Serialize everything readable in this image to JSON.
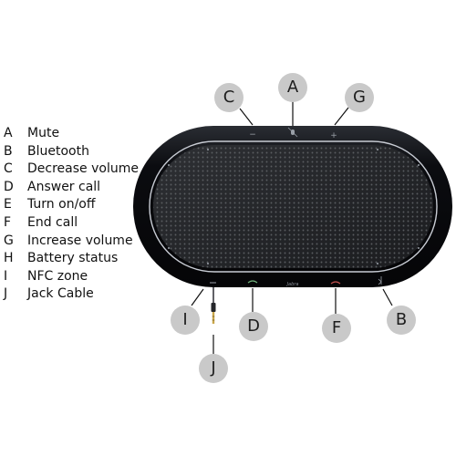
{
  "legend": [
    {
      "key": "A",
      "label": "Mute"
    },
    {
      "key": "B",
      "label": "Bluetooth"
    },
    {
      "key": "C",
      "label": "Decrease volume"
    },
    {
      "key": "D",
      "label": "Answer call"
    },
    {
      "key": "E",
      "label": "Turn on/off"
    },
    {
      "key": "F",
      "label": "End call"
    },
    {
      "key": "G",
      "label": "Increase volume"
    },
    {
      "key": "H",
      "label": "Battery status"
    },
    {
      "key": "I",
      "label": "NFC zone"
    },
    {
      "key": "J",
      "label": "Jack Cable"
    }
  ],
  "callouts": {
    "A": "A",
    "B": "B",
    "C": "C",
    "D": "D",
    "F": "F",
    "G": "G",
    "I": "I",
    "J": "J"
  },
  "device": {
    "brand": "Jabra",
    "top_buttons": {
      "minus": "−",
      "plus": "+"
    },
    "colors": {
      "body": "#0c0c10",
      "rim": "#c8ccd4",
      "grille": "#3a3c40",
      "callout": "#c9c9c9"
    }
  }
}
